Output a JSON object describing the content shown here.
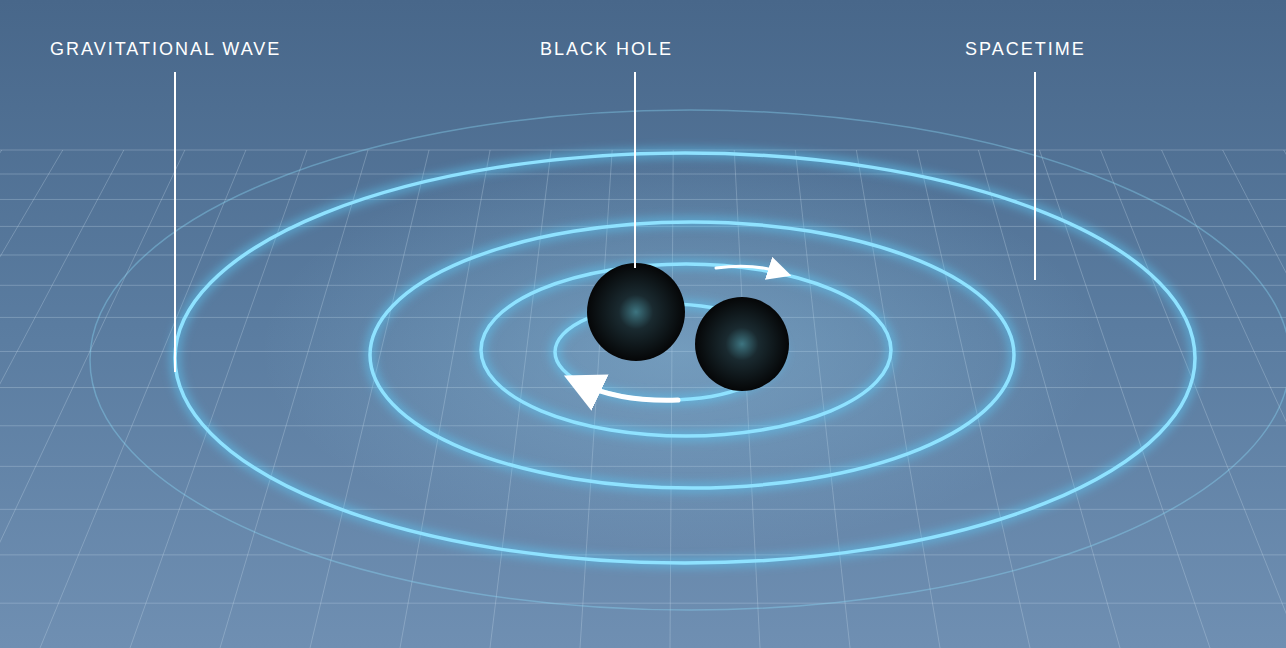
{
  "diagram": {
    "labels": [
      "GRAVITATIONAL WAVE",
      "BLACK HOLE",
      "SPACETIME"
    ]
  }
}
